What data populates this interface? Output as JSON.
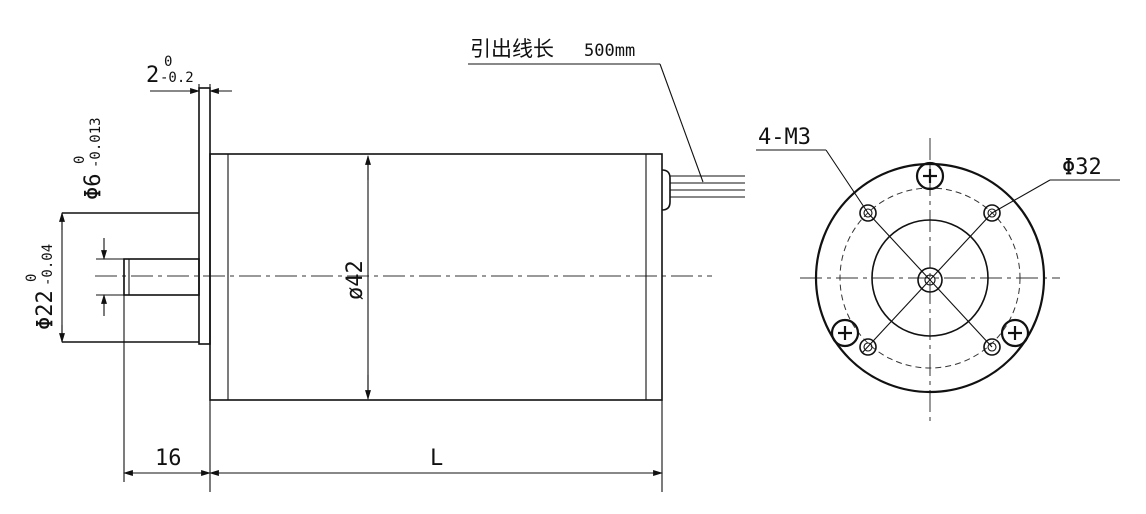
{
  "labels": {
    "lead_prefix": "引出线长",
    "lead_value": "500mm",
    "flange": "2",
    "flange_upper": "0",
    "flange_lower": "-0.2",
    "shaft": "Φ6",
    "shaft_upper": "0",
    "shaft_lower": "-0.013",
    "boss": "Φ22",
    "boss_upper": "0",
    "boss_lower": "-0.04",
    "body_dia": "ø42",
    "shaft_len": "16",
    "body_len": "L",
    "holes": "4-M3",
    "pcd": "Φ32"
  }
}
